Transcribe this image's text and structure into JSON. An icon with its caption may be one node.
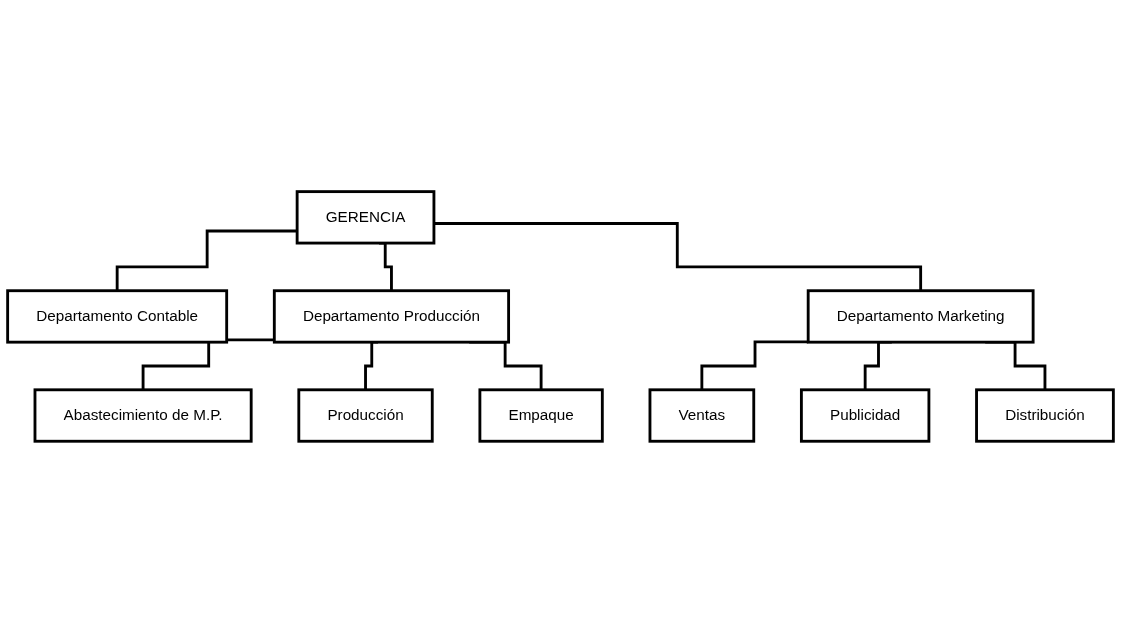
{
  "diagram": {
    "nodes": [
      {
        "text": [
          "GERENCIA"
        ]
      },
      {
        "text": [
          "Departamento Contable"
        ]
      },
      {
        "text": [
          "Departamento Producción"
        ]
      },
      {
        "text": [
          "Departamento Marketing"
        ]
      },
      {
        "text": [
          "Abastecimiento de M.P."
        ]
      },
      {
        "text": [
          "Producción"
        ]
      },
      {
        "text": [
          "Empaque"
        ]
      },
      {
        "text": [
          "Ventas"
        ]
      },
      {
        "text": [
          "Publicidad"
        ]
      },
      {
        "text": [
          "Distribución"
        ]
      }
    ],
    "edges": [
      {
        "from": 0,
        "to": 1,
        "arrow": "none"
      },
      {
        "from": 0,
        "to": 2,
        "arrow": "none"
      },
      {
        "from": 0,
        "to": 3,
        "arrow": "none"
      },
      {
        "from": 2,
        "to": 4,
        "arrow": "none"
      },
      {
        "from": 2,
        "to": 5,
        "arrow": "none"
      },
      {
        "from": 2,
        "to": 6,
        "arrow": "none"
      },
      {
        "from": 3,
        "to": 7,
        "arrow": "none"
      },
      {
        "from": 3,
        "to": 8,
        "arrow": "none"
      },
      {
        "from": 3,
        "to": 9,
        "arrow": "none"
      }
    ]
  }
}
